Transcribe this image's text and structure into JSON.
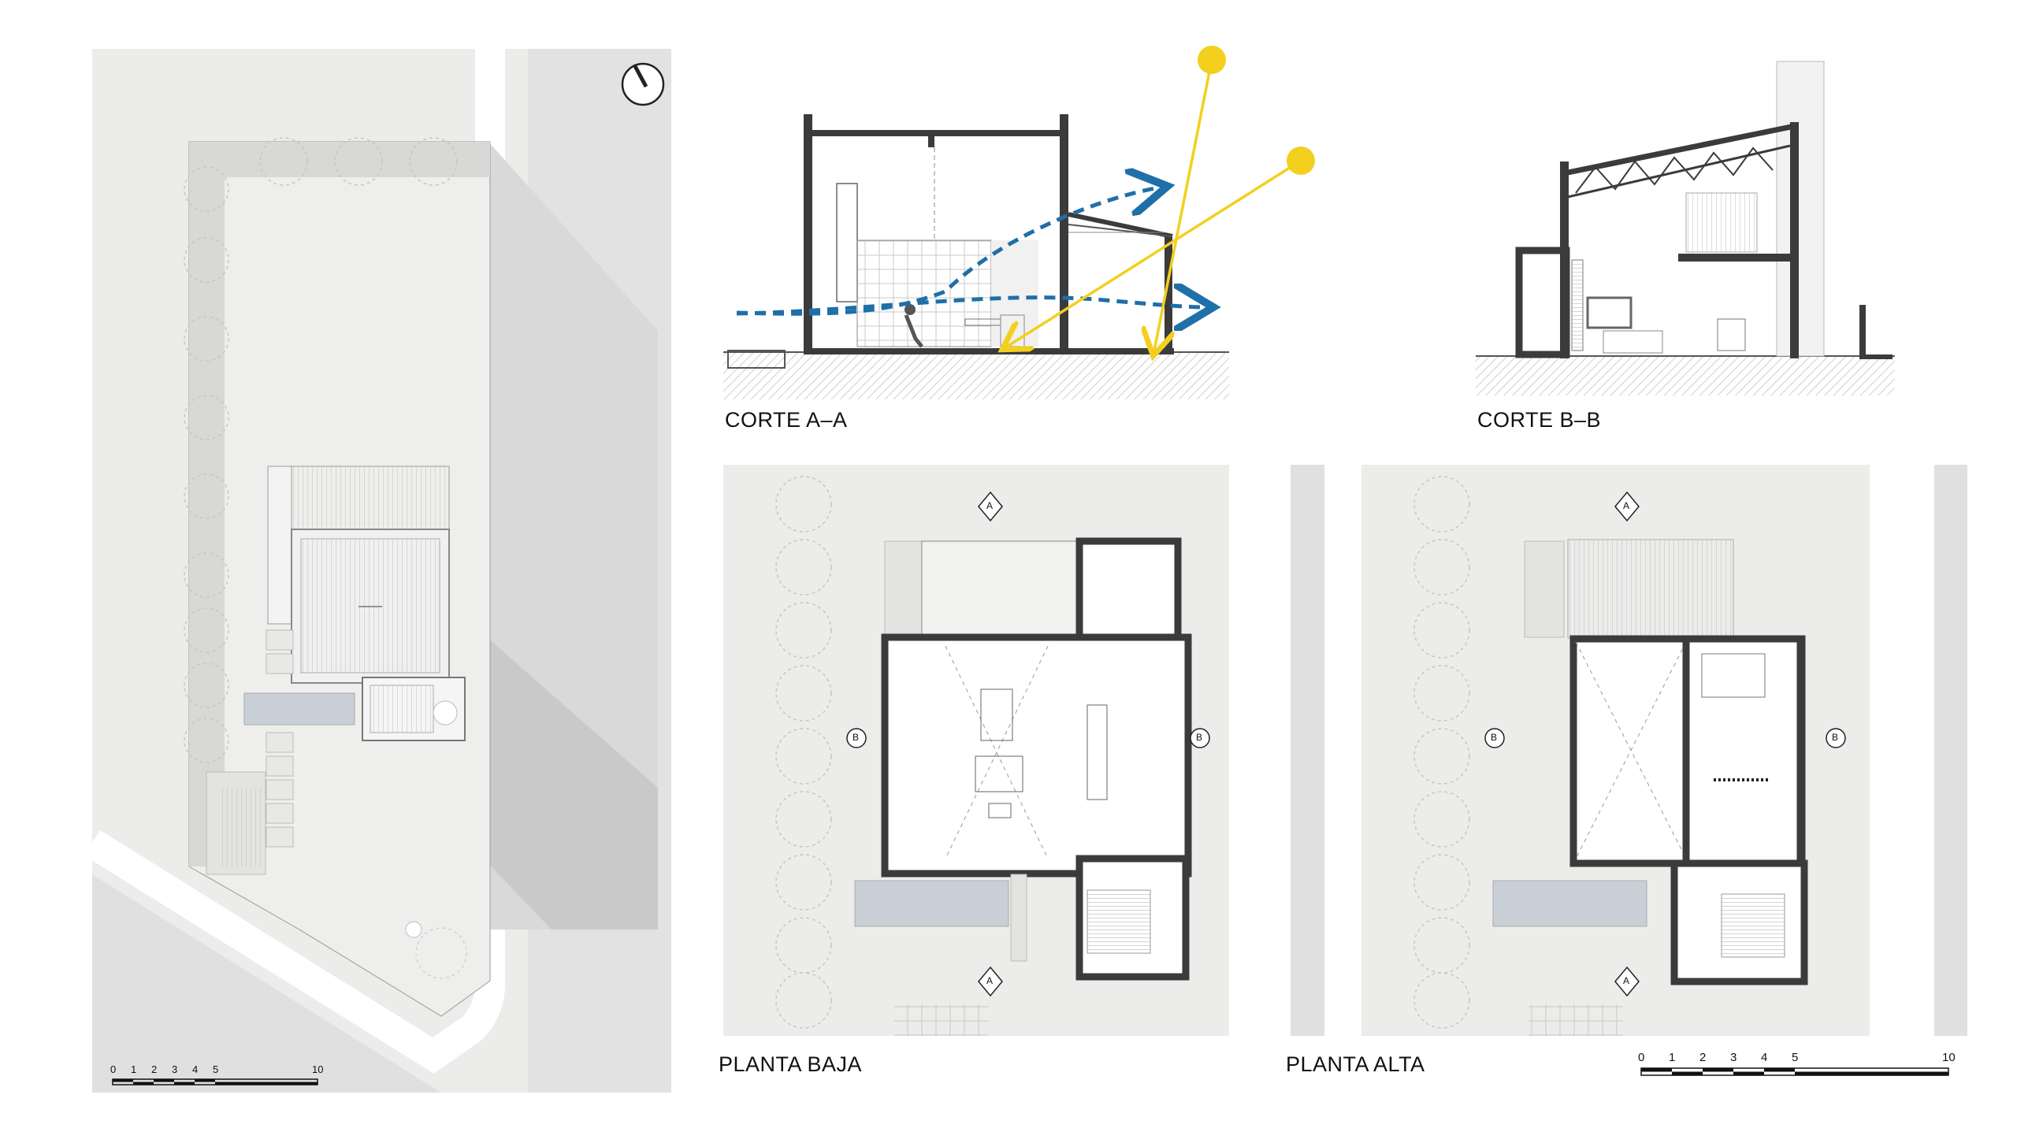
{
  "labels": {
    "section_aa": "CORTE A–A",
    "section_bb": "CORTE B–B",
    "plan_ground": "PLANTA BAJA",
    "plan_upper": "PLANTA ALTA"
  },
  "markers": {
    "a": "A",
    "b": "B"
  },
  "scale_small": [
    "0",
    "1",
    "2",
    "3",
    "4",
    "5",
    "10"
  ],
  "scale_large": [
    "0",
    "1",
    "2",
    "3",
    "4",
    "5",
    "10"
  ],
  "colors": {
    "site_bg": "#ecedea",
    "street": "#e2e2e2",
    "shadow": "#c9c9c9",
    "wall": "#3b3b3b",
    "sun": "#f3cf1e",
    "wind": "#1f6fa8",
    "ground_hatch": "#d5d5d3"
  },
  "icons": [
    "north-arrow-icon",
    "sun-icon",
    "wind-arrow-icon",
    "section-marker-icon"
  ]
}
